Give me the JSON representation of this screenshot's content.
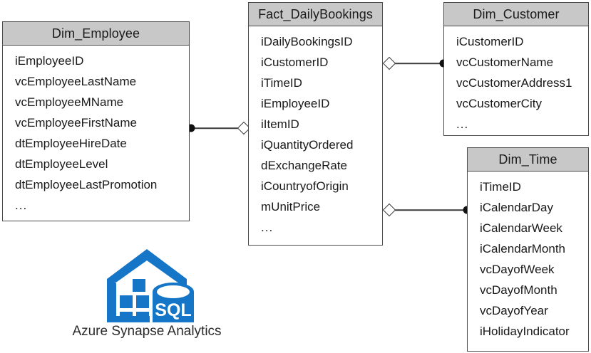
{
  "diagram": {
    "type": "star-schema-erd",
    "title": "Azure Synapse Analytics star schema",
    "colors": {
      "header_fill": "#c8c8c8",
      "border": "#4a4a4a",
      "text": "#1a1a1a",
      "connector": "#3c3c3c",
      "logo_blue": "#1575c6"
    }
  },
  "entities": {
    "dim_employee": {
      "name": "Dim_Employee",
      "fields": [
        "iEmployeeID",
        "vcEmployeeLastName",
        "vcEmployeeMName",
        "vcEmployeeFirstName",
        "dtEmployeeHireDate",
        "dtEmployeeLevel",
        "dtEmployeeLastPromotion",
        "..."
      ]
    },
    "fact_dailybookings": {
      "name": "Fact_DailyBookings",
      "fields": [
        "iDailyBookingsID",
        "iCustomerID",
        "iTimeID",
        "iEmployeeID",
        "iItemID",
        "iQuantityOrdered",
        "dExchangeRate",
        "iCountryofOrigin",
        "mUnitPrice",
        "..."
      ]
    },
    "dim_customer": {
      "name": "Dim_Customer",
      "fields": [
        "iCustomerID",
        "vcCustomerName",
        "vcCustomerAddress1",
        "vcCustomerCity",
        "..."
      ]
    },
    "dim_time": {
      "name": "Dim_Time",
      "fields": [
        "iTimeID",
        "iCalendarDay",
        "iCalendarWeek",
        "iCalendarMonth",
        "vcDayofWeek",
        "vcDayofMonth",
        "vcDayofYear",
        "iHolidayIndicator"
      ]
    }
  },
  "relationships": [
    {
      "id": "employee-to-fact",
      "from": "dim_employee",
      "to": "fact_dailybookings",
      "from_marker": "filled-dot",
      "to_marker": "open-diamond"
    },
    {
      "id": "fact-to-customer",
      "from": "fact_dailybookings",
      "to": "dim_customer",
      "from_marker": "open-diamond",
      "to_marker": "filled-dot"
    },
    {
      "id": "fact-to-time",
      "from": "fact_dailybookings",
      "to": "dim_time",
      "from_marker": "open-diamond",
      "to_marker": "filled-dot"
    }
  ],
  "logo": {
    "caption": "Azure Synapse Analytics",
    "badge_text": "SQL",
    "icon_name": "data-warehouse-sql-icon"
  }
}
